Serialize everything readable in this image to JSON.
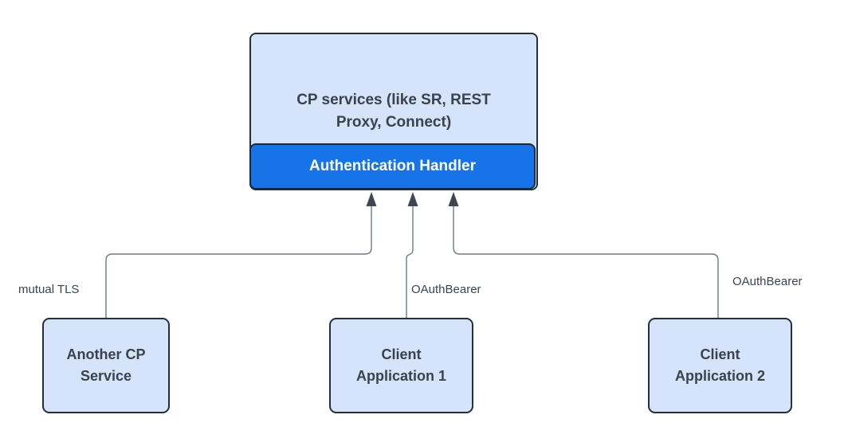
{
  "diagram": {
    "main_box": {
      "label": "CP services (like SR, REST Proxy, Connect)",
      "line1": "CP services (like SR, REST",
      "line2": "Proxy, Connect)"
    },
    "auth_bar": {
      "label": "Authentication Handler"
    },
    "nodes": [
      {
        "id": "another-cp-service",
        "line1": "Another CP",
        "line2": "Service",
        "connection_label": "mutual TLS"
      },
      {
        "id": "client-application-1",
        "line1": "Client",
        "line2": "Application 1",
        "connection_label": "OAuthBearer"
      },
      {
        "id": "client-application-2",
        "line1": "Client",
        "line2": "Application 2",
        "connection_label": "OAuthBearer"
      }
    ],
    "colors": {
      "box_fill": "#d5e4fa",
      "box_border": "#23303c",
      "auth_bar_fill": "#1774e8",
      "auth_bar_text": "#ffffff",
      "connector_line": "#707984",
      "arrowhead": "#3e4651",
      "text": "#39424e"
    }
  }
}
